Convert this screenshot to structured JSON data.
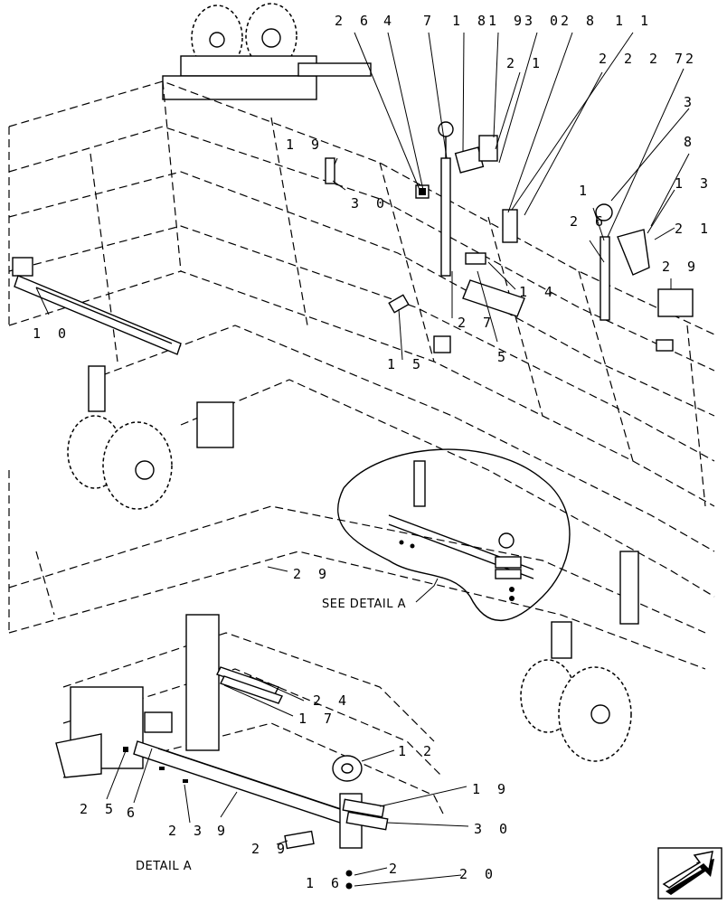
{
  "callouts": [
    {
      "id": "c-26a",
      "text": "2 6"
    },
    {
      "id": "c-4",
      "text": "4"
    },
    {
      "id": "c-7",
      "text": "7"
    },
    {
      "id": "c-18",
      "text": "1 8"
    },
    {
      "id": "c-19a",
      "text": "1 9"
    },
    {
      "id": "c-30a",
      "text": "3 0"
    },
    {
      "id": "c-28",
      "text": "2 8"
    },
    {
      "id": "c-11",
      "text": "1 1"
    },
    {
      "id": "c-21a",
      "text": "2 1"
    },
    {
      "id": "c-22",
      "text": "2 2"
    },
    {
      "id": "c-27a",
      "text": "2 7"
    },
    {
      "id": "c-2a",
      "text": "2"
    },
    {
      "id": "c-3",
      "text": "3"
    },
    {
      "id": "c-8",
      "text": "8"
    },
    {
      "id": "c-13",
      "text": "1 3"
    },
    {
      "id": "c-21b",
      "text": "2 1"
    },
    {
      "id": "c-19b",
      "text": "1 9"
    },
    {
      "id": "c-30b",
      "text": "3 0"
    },
    {
      "id": "c-1",
      "text": "1"
    },
    {
      "id": "c-26b",
      "text": "2 6"
    },
    {
      "id": "c-29a",
      "text": "2 9"
    },
    {
      "id": "c-14",
      "text": "1 4"
    },
    {
      "id": "c-27b",
      "text": "2 7"
    },
    {
      "id": "c-10",
      "text": "1 0"
    },
    {
      "id": "c-15",
      "text": "1 5"
    },
    {
      "id": "c-5",
      "text": "5"
    },
    {
      "id": "c-29b",
      "text": "2 9"
    },
    {
      "id": "c-24",
      "text": "2 4"
    },
    {
      "id": "c-17",
      "text": "1 7"
    },
    {
      "id": "c-12",
      "text": "1 2"
    },
    {
      "id": "c-19c",
      "text": "1 9"
    },
    {
      "id": "c-25",
      "text": "2 5"
    },
    {
      "id": "c-6",
      "text": "6"
    },
    {
      "id": "c-23",
      "text": "2 3"
    },
    {
      "id": "c-9",
      "text": "9"
    },
    {
      "id": "c-30c",
      "text": "3 0"
    },
    {
      "id": "c-29c",
      "text": "2 9"
    },
    {
      "id": "c-2b",
      "text": "2"
    },
    {
      "id": "c-16",
      "text": "1 6"
    },
    {
      "id": "c-20",
      "text": "2 0"
    }
  ],
  "see_detail_label": "SEE DETAIL A",
  "detail_label": "DETAIL A",
  "nav_icon": "next-page-arrow-icon"
}
